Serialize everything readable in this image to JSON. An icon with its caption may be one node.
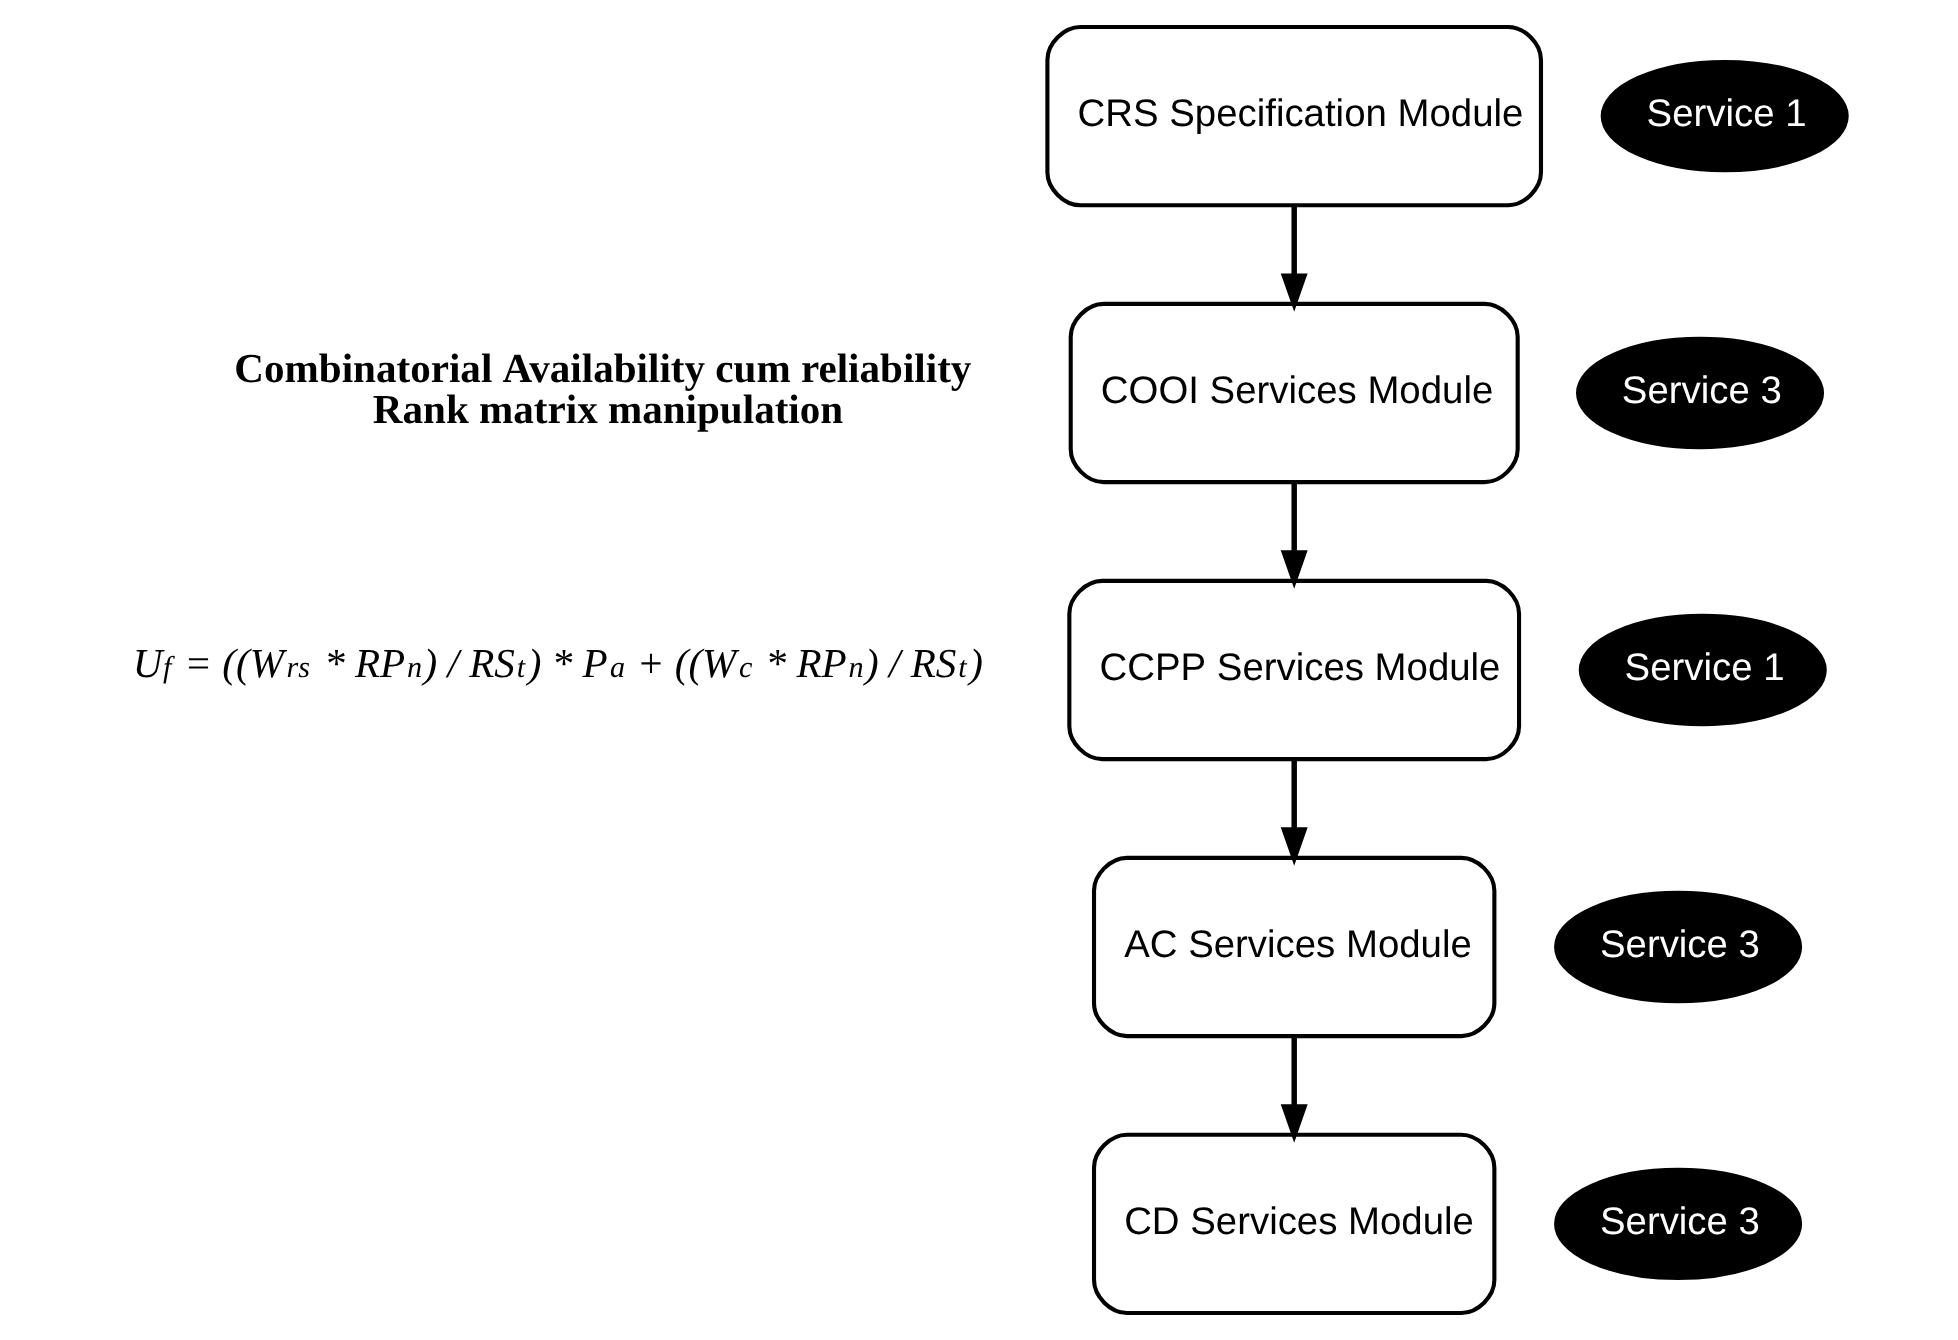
{
  "diagram": {
    "nodes": [
      {
        "text": [
          "CRS Specification Module"
        ]
      },
      {
        "text": [
          "Service 1"
        ]
      },
      {
        "text": [
          "COOI Services Module"
        ]
      },
      {
        "text": [
          "Service 3"
        ]
      },
      {
        "text": [
          "CCPP Services Module"
        ]
      },
      {
        "text": [
          "Service 1"
        ]
      },
      {
        "text": [
          "Service 3"
        ]
      },
      {
        "text": [
          "AC Services Module"
        ]
      },
      {
        "text": [
          "Service 3"
        ]
      },
      {
        "text": [
          "CD Services Module"
        ]
      }
    ],
    "edges": [
      {
        "from": 0,
        "to": 2,
        "arrow": "to"
      },
      {
        "from": 2,
        "to": 4,
        "arrow": "to"
      },
      {
        "from": 4,
        "to": 7,
        "arrow": "to"
      },
      {
        "from": 7,
        "to": 9,
        "arrow": "to"
      }
    ],
    "labels": [
      "Combinatorial Availability cum reliability Rank matrix manipulation",
      "U$_{f}$ = ((W$_{rs}$ * RP$_{n}$) / RS$_{t}$) * P$_{a}$ + ((W$_{c}$ * RP$_{n}$) / RS$_{t}$)"
    ]
  }
}
